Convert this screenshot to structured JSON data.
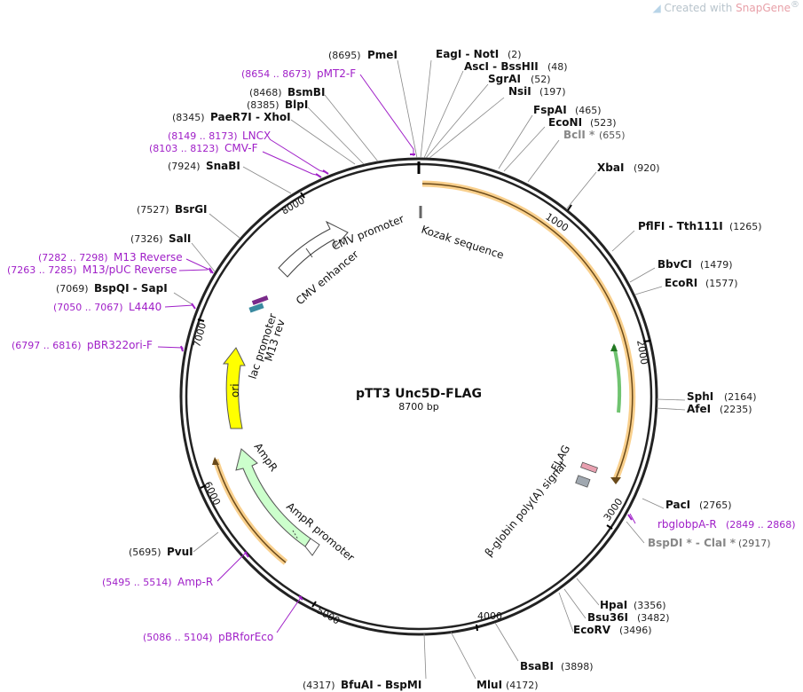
{
  "watermark": {
    "prefix": "Created with",
    "brand": "SnapGene",
    "mark": "®"
  },
  "plasmid": {
    "name": "pTT3 Unc5D-FLAG",
    "length_label": "8700 bp"
  },
  "enzymes": [
    {
      "pos": "(8695)",
      "name": "PmeI"
    },
    {
      "pos": "(2)",
      "name": "EagI - NotI"
    },
    {
      "pos": "(48)",
      "name": "AscI - BssHII"
    },
    {
      "pos": "(52)",
      "name": "SgrAI"
    },
    {
      "pos": "(197)",
      "name": "NsiI"
    },
    {
      "pos": "(465)",
      "name": "FspAI"
    },
    {
      "pos": "(523)",
      "name": "EcoNI"
    },
    {
      "pos": "(655)",
      "name": "BclI *",
      "dim": true
    },
    {
      "pos": "(920)",
      "name": "XbaI"
    },
    {
      "pos": "(1265)",
      "name": "PflFI - Tth111I"
    },
    {
      "pos": "(1479)",
      "name": "BbvCI"
    },
    {
      "pos": "(1577)",
      "name": "EcoRI"
    },
    {
      "pos": "(2164)",
      "name": "SphI"
    },
    {
      "pos": "(2235)",
      "name": "AfeI"
    },
    {
      "pos": "(2765)",
      "name": "PacI"
    },
    {
      "pos": "(2917)",
      "name": "BspDI * - ClaI *",
      "dim": true
    },
    {
      "pos": "(3356)",
      "name": "HpaI"
    },
    {
      "pos": "(3482)",
      "name": "Bsu36I"
    },
    {
      "pos": "(3496)",
      "name": "EcoRV"
    },
    {
      "pos": "(3898)",
      "name": "BsaBI"
    },
    {
      "pos": "(4172)",
      "name": "MluI"
    },
    {
      "pos": "(4317)",
      "name": "BfuAI - BspMI"
    },
    {
      "pos": "(5695)",
      "name": "PvuI"
    },
    {
      "pos": "(7069)",
      "name": "BspQI - SapI"
    },
    {
      "pos": "(7326)",
      "name": "SalI"
    },
    {
      "pos": "(7527)",
      "name": "BsrGI"
    },
    {
      "pos": "(7924)",
      "name": "SnaBI"
    },
    {
      "pos": "(8345)",
      "name": "PaeR7I - XhoI"
    },
    {
      "pos": "(8385)",
      "name": "BlpI"
    },
    {
      "pos": "(8468)",
      "name": "BsmBI"
    }
  ],
  "primers": [
    {
      "pos": "(8654 .. 8673)",
      "name": "pMT2-F"
    },
    {
      "pos": "(8149 .. 8173)",
      "name": "LNCX"
    },
    {
      "pos": "(8103 .. 8123)",
      "name": "CMV-F"
    },
    {
      "pos": "(7282 .. 7298)",
      "name": "M13 Reverse"
    },
    {
      "pos": "(7263 .. 7285)",
      "name": "M13/pUC Reverse"
    },
    {
      "pos": "(7050 .. 7067)",
      "name": "L4440"
    },
    {
      "pos": "(6797 .. 6816)",
      "name": "pBR322ori-F"
    },
    {
      "pos": "(2849 .. 2868)",
      "name": "rbglobpA-R"
    },
    {
      "pos": "(5495 .. 5514)",
      "name": "Amp-R"
    },
    {
      "pos": "(5086 .. 5104)",
      "name": "pBRforEco"
    }
  ],
  "features": [
    {
      "name": "CMV promoter"
    },
    {
      "name": "CMV enhancer"
    },
    {
      "name": "Kozak sequence"
    },
    {
      "name": "M13 rev"
    },
    {
      "name": "lac promoter"
    },
    {
      "name": "ori"
    },
    {
      "name": "AmpR"
    },
    {
      "name": "AmpR promoter"
    },
    {
      "name": "FLAG"
    },
    {
      "name": "β-globin poly(A) signal"
    }
  ],
  "ticks": [
    "1000",
    "2000",
    "3000",
    "4000",
    "5000",
    "6000",
    "7000",
    "8000"
  ],
  "colors": {
    "backbone": "#222222",
    "orf_orange": "#f5b041",
    "primer_purple": "#a020c8",
    "ori_yellow": "#ffff00",
    "ampr_green": "#ccffcc",
    "green_orf": "#33aa33",
    "flag_pink": "#e8a0b0",
    "polyA_gray": "#a0a8b0"
  }
}
